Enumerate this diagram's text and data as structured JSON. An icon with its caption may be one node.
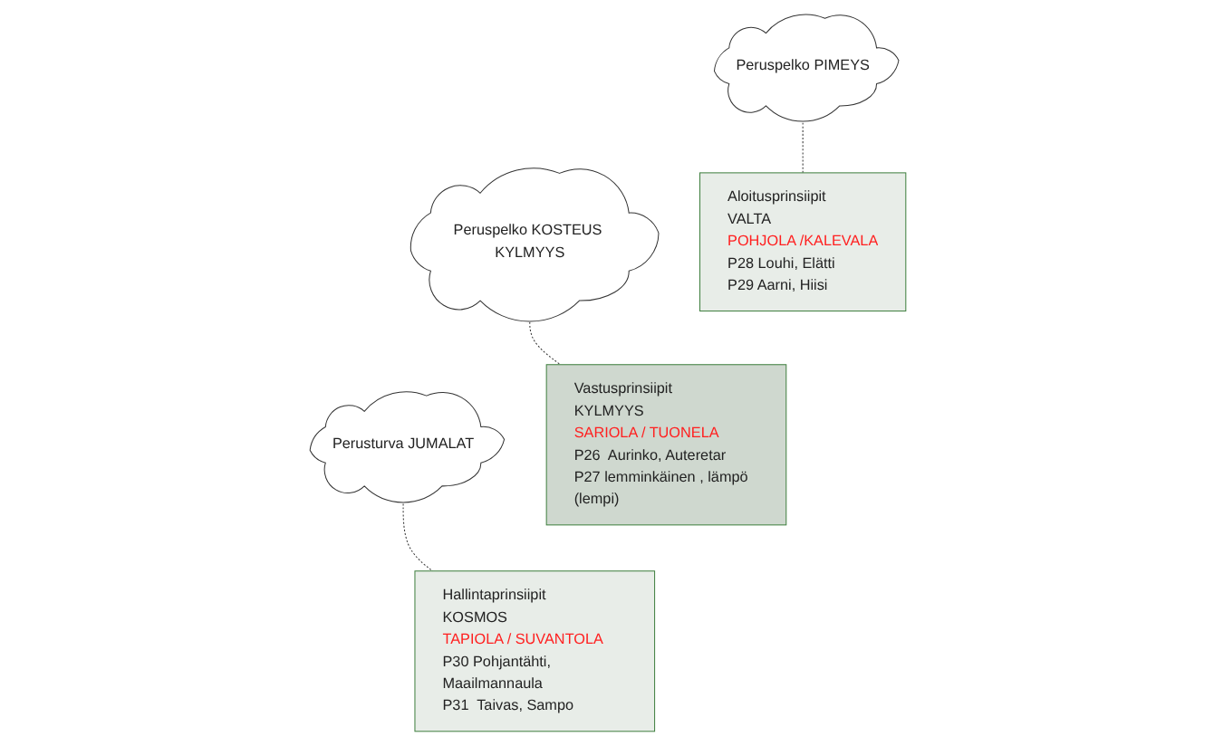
{
  "diagram": {
    "nodes": [
      {
        "text": [
          "Aloitusprinsiipit",
          "VALTA",
          "POHJOLA /KALEVALA",
          "P28 Louhi, Elätti",
          "P29 Aarni, Hiisi"
        ]
      },
      {
        "text": [
          "Peruspelko PIMEYS"
        ]
      },
      {
        "text": [
          "Vastusprinsiipit",
          "KYLMYYS",
          "SARIOLA / TUONELA",
          "P26  Aurinko, Auteretar",
          "P27 lemminkäinen , lämpö (lempi)"
        ]
      },
      {
        "text": [
          "Peruspelko KOSTEUS KYLMYYS"
        ]
      },
      {
        "text": [
          "Hallintaprinsiipit",
          "KOSMOS",
          "TAPIOLA / SUVANTOLA",
          "P30 Pohjantähti, Maailmannaula",
          "P31  Taivas, Sampo"
        ]
      },
      {
        "text": [
          "Perusturva JUMALAT"
        ]
      }
    ],
    "edges": [
      {
        "from": 1,
        "to": 0,
        "arrow": "none",
        "style": "dashed"
      },
      {
        "from": 3,
        "to": 2,
        "arrow": "none",
        "style": "dashed"
      },
      {
        "from": 5,
        "to": 4,
        "arrow": "none",
        "style": "dashed"
      }
    ]
  }
}
